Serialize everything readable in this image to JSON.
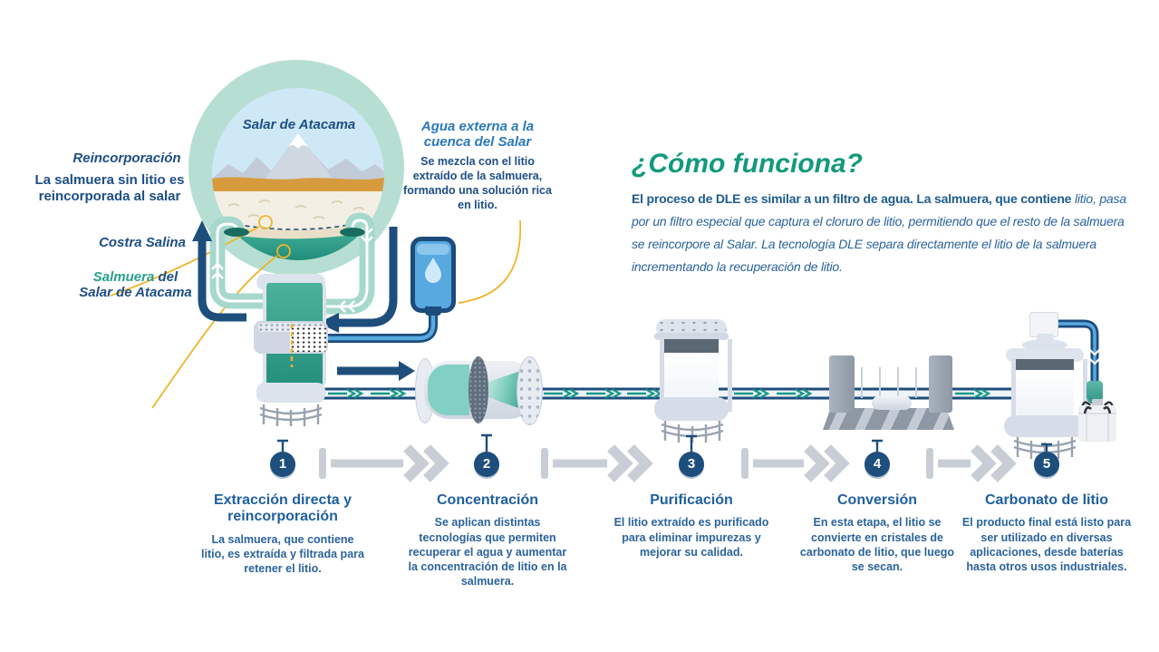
{
  "salar_circle": {
    "label": "Salar de Atacama"
  },
  "labels": {
    "reincorporacion": {
      "title": "Reincorporación",
      "desc": "La salmuera sin litio es reincorporada al salar"
    },
    "costra_salina": "Costra Salina",
    "salmuera": {
      "highlight": "Salmuera",
      "rest": " del",
      "line2": "Salar de Atacama"
    },
    "agua_externa": {
      "title": "Agua externa a la cuenca del Salar",
      "desc": "Se mezcla con el litio extraído de la salmuera, formando una solución rica en litio."
    }
  },
  "how_it_works": {
    "heading_part1": "¿Cómo ",
    "heading_part2": "funciona?",
    "body_bold": "El proceso de DLE es similar a un filtro de agua. La salmuera, que contiene ",
    "body_italic": "litio, pasa por un filtro especial que captura el cloruro de litio, permitiendo que el resto de la salmuera se reincorpore al Salar. La tecnología DLE separa directamente el litio de la salmuera incrementando la recuperación de litio."
  },
  "steps": [
    {
      "number": "1",
      "title": "Extracción directa y reincorporación",
      "desc": "La salmuera, que contiene litio, es extraída y filtrada para retener el litio."
    },
    {
      "number": "2",
      "title": "Concentración",
      "desc": "Se aplican distintas tecnologías que permiten recuperar el agua y aumentar la concentración de litio en la salmuera."
    },
    {
      "number": "3",
      "title": "Purificación",
      "desc": "El litio extraído es purificado para eliminar impurezas y mejorar su calidad."
    },
    {
      "number": "4",
      "title": "Conversión",
      "desc": "En esta etapa, el litio se convierte en cristales de carbonato de litio, que luego se secan."
    },
    {
      "number": "5",
      "title": "Carbonato de litio",
      "desc": "El producto final está listo para ser utilizado en diversas aplicaciones, desde baterías hasta otros usos industriales."
    }
  ],
  "colors": {
    "navy": "#1d4e7c",
    "title_blue": "#1f5fa0",
    "body_blue": "#2a639c",
    "heading_green": "#12997e",
    "teal_word": "#27a08d",
    "agua_blue": "#2b79b9",
    "pipe_teal": "#a6d8cc",
    "basin_teal": "#2f9c87",
    "outer_circle": "#b7ded2",
    "sky": "#cfe8f6",
    "orange_band": "#d79b3e",
    "callout_yellow": "#f0b429",
    "step_arrow_gray": "#c9ced6",
    "water_blue": "#57a9e0"
  }
}
